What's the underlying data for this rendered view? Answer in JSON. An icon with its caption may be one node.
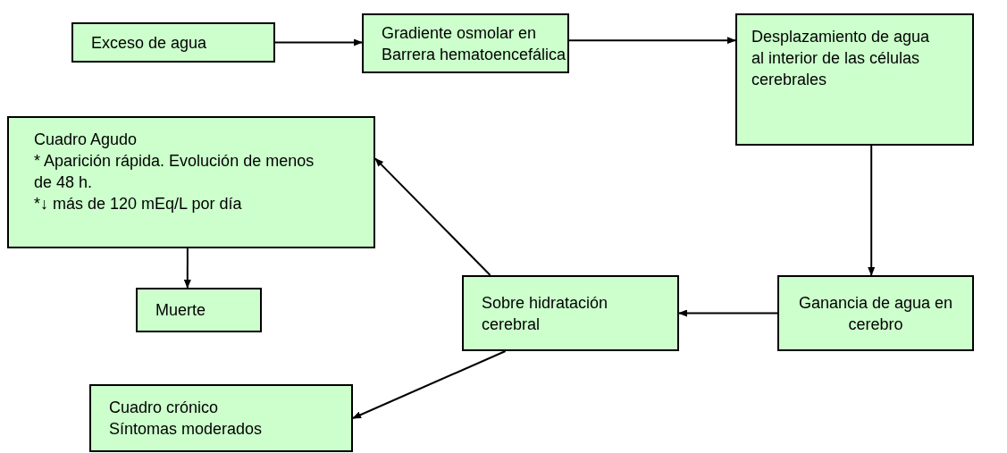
{
  "diagram": {
    "nodes": [
      {
        "text": [
          "Exceso de agua"
        ]
      },
      {
        "text": [
          "Gradiente osmolar en Barrera hematoencefálica"
        ]
      },
      {
        "text": [
          "Desplazamiento de agua al interior de las células cerebrales"
        ]
      },
      {
        "text": [
          "Cuadro Agudo",
          "* Aparición rápida. Evolución de menos de 48 h.",
          "*↓ más de 120 mEq/L por día"
        ]
      },
      {
        "text": [
          "Muerte"
        ]
      },
      {
        "text": [
          "Sobre hidratación cerebral"
        ]
      },
      {
        "text": [
          "Ganancia de agua en cerebro"
        ]
      },
      {
        "text": [
          "Cuadro crónico",
          "Síntomas moderados"
        ]
      }
    ],
    "edges": [
      {
        "from": 0,
        "to": 1,
        "arrow": "to"
      },
      {
        "from": 1,
        "to": 2,
        "arrow": "to"
      },
      {
        "from": 2,
        "to": 6,
        "arrow": "to"
      },
      {
        "from": 6,
        "to": 5,
        "arrow": "to"
      },
      {
        "from": 5,
        "to": 3,
        "arrow": "to"
      },
      {
        "from": 3,
        "to": 4,
        "arrow": "to"
      },
      {
        "from": 5,
        "to": 7,
        "arrow": "to"
      }
    ]
  }
}
